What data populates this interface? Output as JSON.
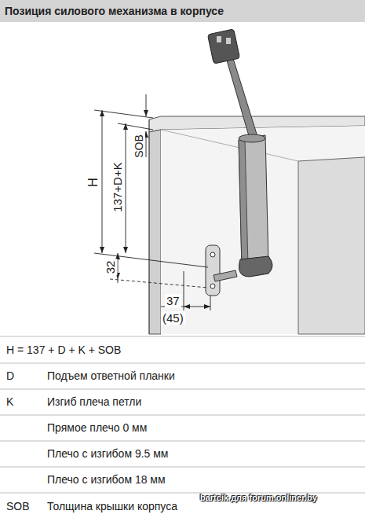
{
  "diagram": {
    "title": "Позиция силового механизма в корпусе",
    "labels": [
      "H",
      "137+D+K",
      "SOB",
      "32",
      "37",
      "(45)",
      "H = 137 + D + K + SOB",
      "D",
      "Подъем ответной планки",
      "K",
      "Изгиб плеча петли",
      "Прямое плечо 0 мм",
      "Плечо с изгибом 9.5 мм",
      "Плечо с изгибом 18 мм",
      "SOB",
      "Толщина крышки корпуса",
      "bartcik для forum.onliner.by"
    ]
  }
}
